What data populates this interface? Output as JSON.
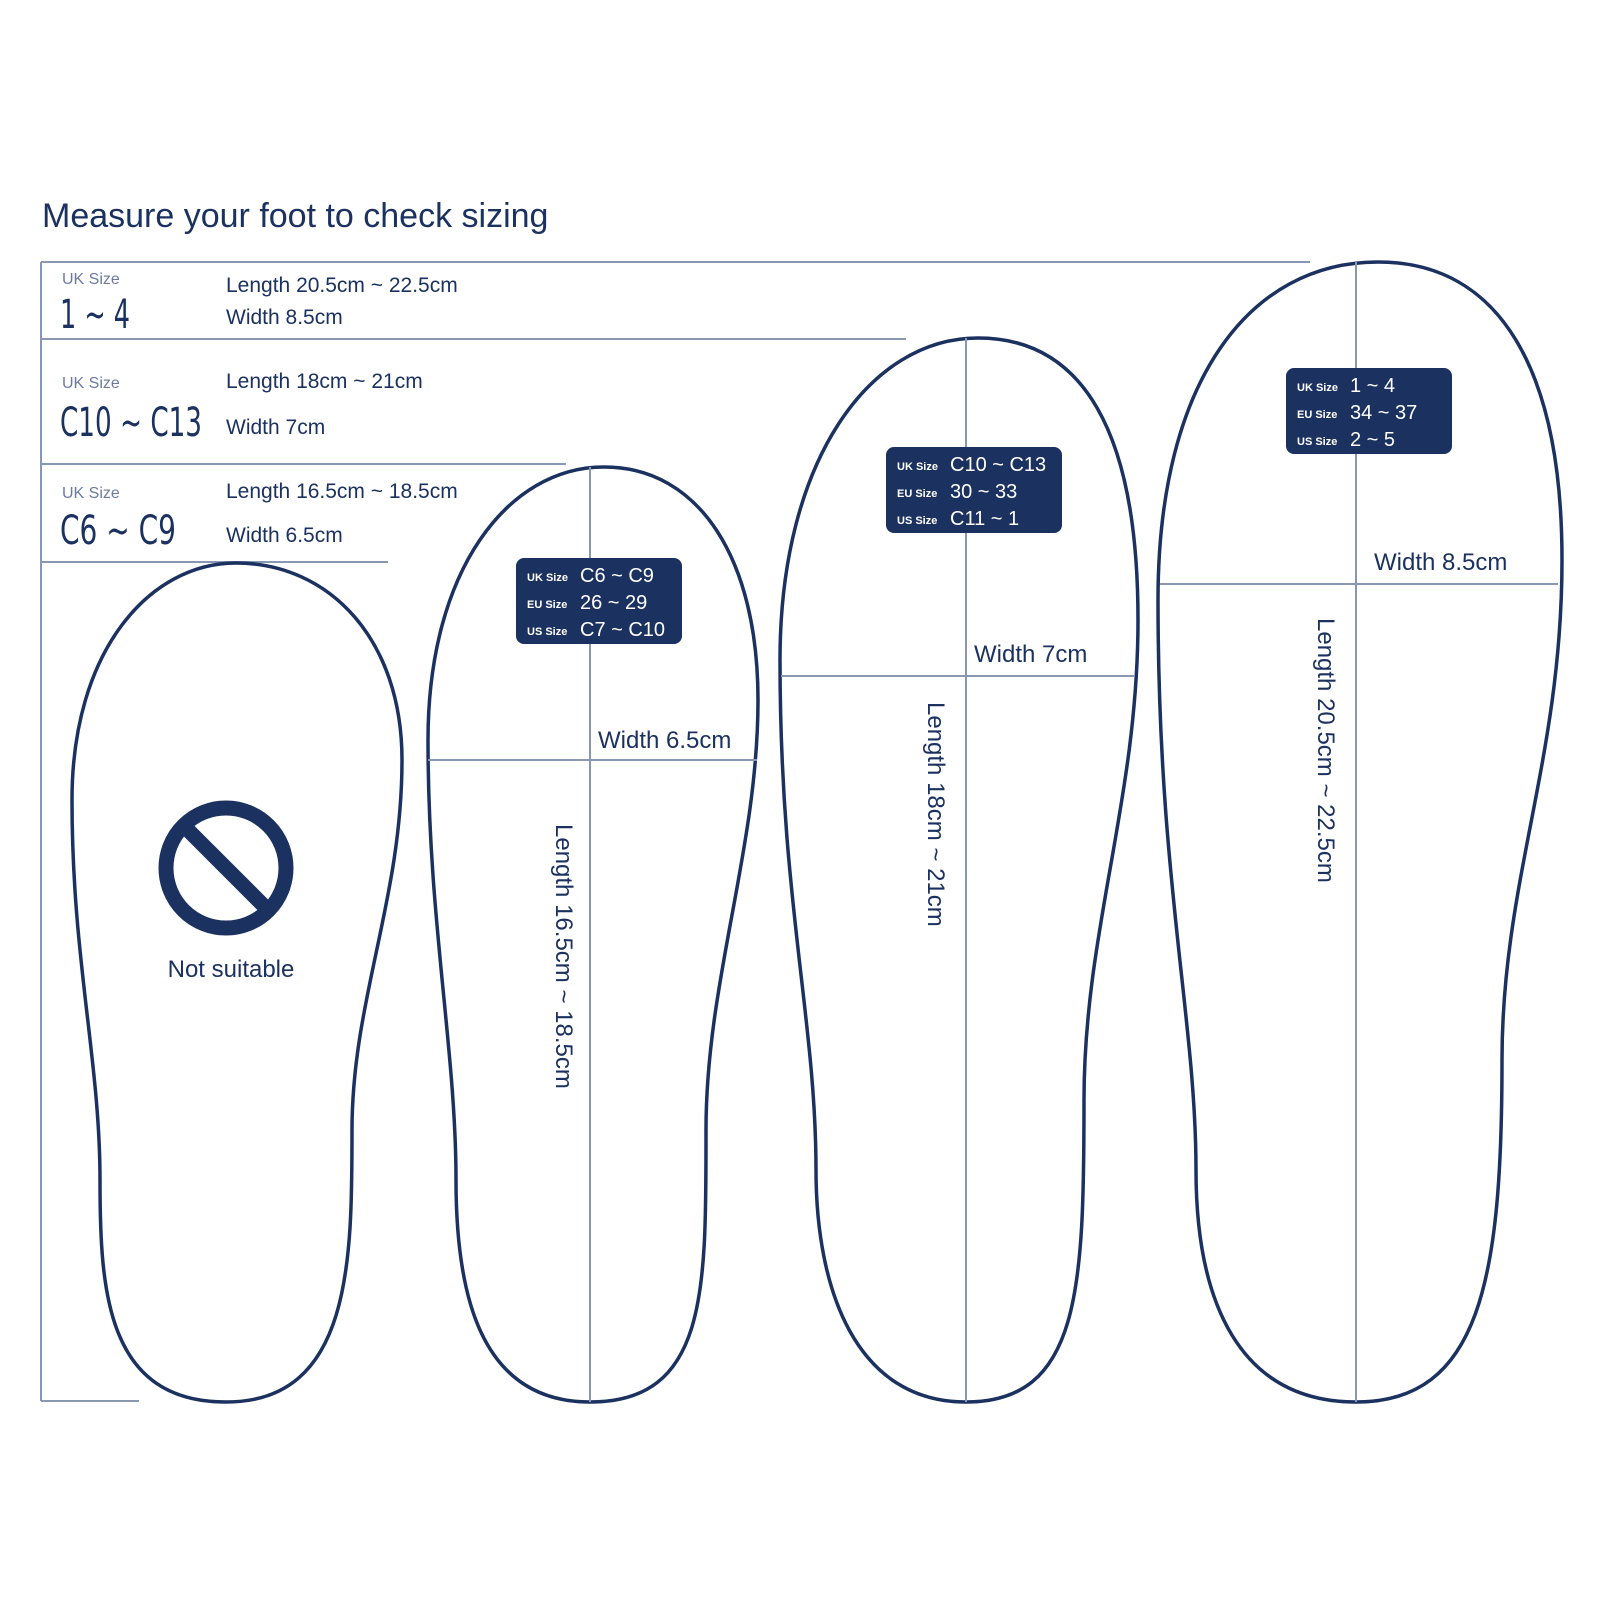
{
  "title": "Measure your foot to check sizing",
  "colors": {
    "navy": "#1b3160",
    "line": "#8a97b3",
    "white": "#ffffff"
  },
  "size_table": [
    {
      "label": "UK Size",
      "size": "1 ~ 4",
      "length": "Length 20.5cm ~ 22.5cm",
      "width": "Width 8.5cm"
    },
    {
      "label": "UK Size",
      "size": "C10 ~ C13",
      "length": "Length 18cm ~ 21cm",
      "width": "Width 7cm"
    },
    {
      "label": "UK Size",
      "size": "C6 ~ C9",
      "length": "Length 16.5cm ~ 18.5cm",
      "width": "Width 6.5cm"
    }
  ],
  "not_suitable": {
    "icon": "prohibited-icon",
    "label": "Not suitable"
  },
  "feet": [
    {
      "badge": [
        {
          "label": "UK Size",
          "value": "C6 ~ C9"
        },
        {
          "label": "EU Size",
          "value": "26 ~ 29"
        },
        {
          "label": "US Size",
          "value": "C7 ~ C10"
        }
      ],
      "width_label": "Width 6.5cm",
      "length_label": "Length 16.5cm ~ 18.5cm"
    },
    {
      "badge": [
        {
          "label": "UK Size",
          "value": "C10 ~ C13"
        },
        {
          "label": "EU Size",
          "value": "30 ~ 33"
        },
        {
          "label": "US Size",
          "value": "C11 ~ 1"
        }
      ],
      "width_label": "Width 7cm",
      "length_label": "Length 18cm ~ 21cm"
    },
    {
      "badge": [
        {
          "label": "UK Size",
          "value": "1 ~ 4"
        },
        {
          "label": "EU Size",
          "value": "34 ~ 37"
        },
        {
          "label": "US Size",
          "value": "2 ~ 5"
        }
      ],
      "width_label": "Width 8.5cm",
      "length_label": "Length 20.5cm ~ 22.5cm"
    }
  ]
}
